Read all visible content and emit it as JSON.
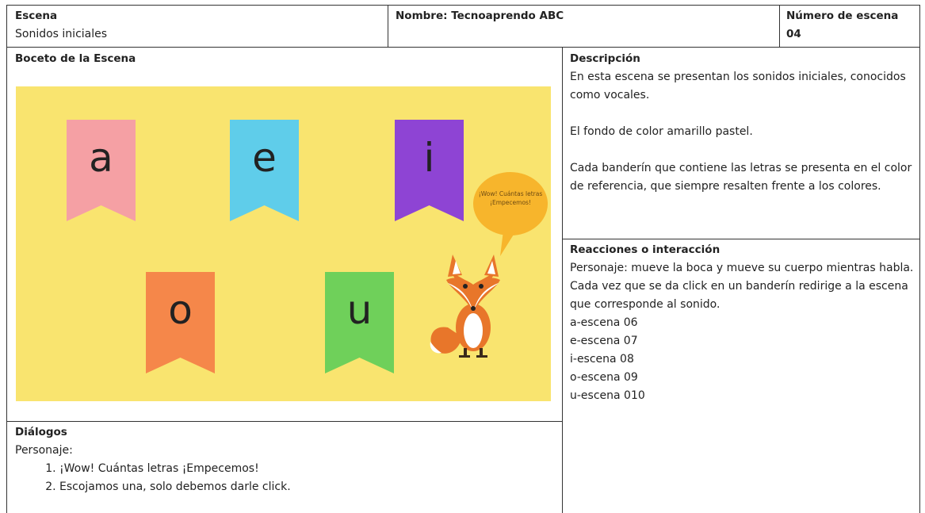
{
  "header": {
    "escena_label": "Escena",
    "escena_value": "Sonidos iniciales",
    "nombre": "Nombre: Tecnoaprendo ABC",
    "numero_label": "Número de escena",
    "numero_value": "04"
  },
  "boceto": {
    "label": "Boceto de la Escena",
    "background_color": "#f9e46f",
    "banners": [
      {
        "letter": "a",
        "color": "#f5a0a4"
      },
      {
        "letter": "e",
        "color": "#5fcdea"
      },
      {
        "letter": "i",
        "color": "#8e44d4"
      },
      {
        "letter": "o",
        "color": "#f5874a"
      },
      {
        "letter": "u",
        "color": "#6fd05a"
      }
    ],
    "bubble_text": "¡Wow! Cuántas letras ¡Empecemos!",
    "character": "fox-character"
  },
  "descripcion": {
    "label": "Descripción",
    "p1": "En esta escena se presentan los sonidos iniciales, conocidos como vocales.",
    "p2": "El fondo de color amarillo pastel.",
    "p3": "Cada banderín que contiene las letras se presenta en el color de referencia, que siempre resalten frente a los colores."
  },
  "reacciones": {
    "label": "Reacciones o interacción",
    "p1": "Personaje: mueve la boca y mueve su cuerpo mientras habla.",
    "p2": "Cada vez que se da click en un banderín redirige a la escena que corresponde al sonido.",
    "links": [
      "a-escena 06",
      "e-escena 07",
      "i-escena 08",
      "o-escena 09",
      "u-escena 010"
    ]
  },
  "dialogos": {
    "label": "Diálogos",
    "personaje": "Personaje:",
    "items": [
      "¡Wow! Cuántas letras ¡Empecemos!",
      "Escojamos una, solo debemos darle click."
    ]
  }
}
